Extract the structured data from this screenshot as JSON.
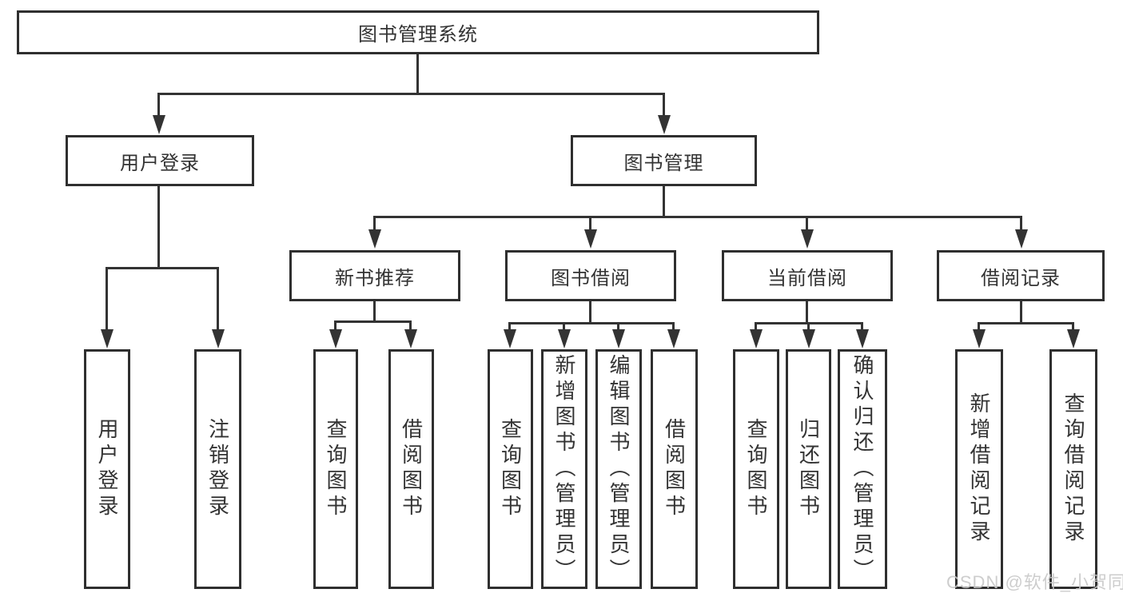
{
  "diagram": {
    "root": {
      "label": "图书管理系统"
    },
    "branches": [
      {
        "label": "用户登录",
        "children": [
          {
            "label": "用户登录"
          },
          {
            "label": "注销登录"
          }
        ]
      },
      {
        "label": "图书管理",
        "children": [
          {
            "label": "新书推荐",
            "children": [
              {
                "label": "查询图书"
              },
              {
                "label": "借阅图书"
              }
            ]
          },
          {
            "label": "图书借阅",
            "children": [
              {
                "label": "查询图书"
              },
              {
                "label": "新增图书（管理员）"
              },
              {
                "label": "编辑图书（管理员）"
              },
              {
                "label": "借阅图书"
              }
            ]
          },
          {
            "label": "当前借阅",
            "children": [
              {
                "label": "查询图书"
              },
              {
                "label": "归还图书"
              },
              {
                "label": "确认归还（管理员）"
              }
            ]
          },
          {
            "label": "借阅记录",
            "children": [
              {
                "label": "新增借阅记录"
              },
              {
                "label": "查询借阅记录"
              }
            ]
          }
        ]
      }
    ]
  },
  "watermark": {
    "text": "CSDN @软件_小贺同学"
  },
  "colors": {
    "line": "#333333",
    "text": "#333333",
    "box_border": "#2f2f2f",
    "background": "#ffffff",
    "watermark": "#c8c8c8"
  }
}
